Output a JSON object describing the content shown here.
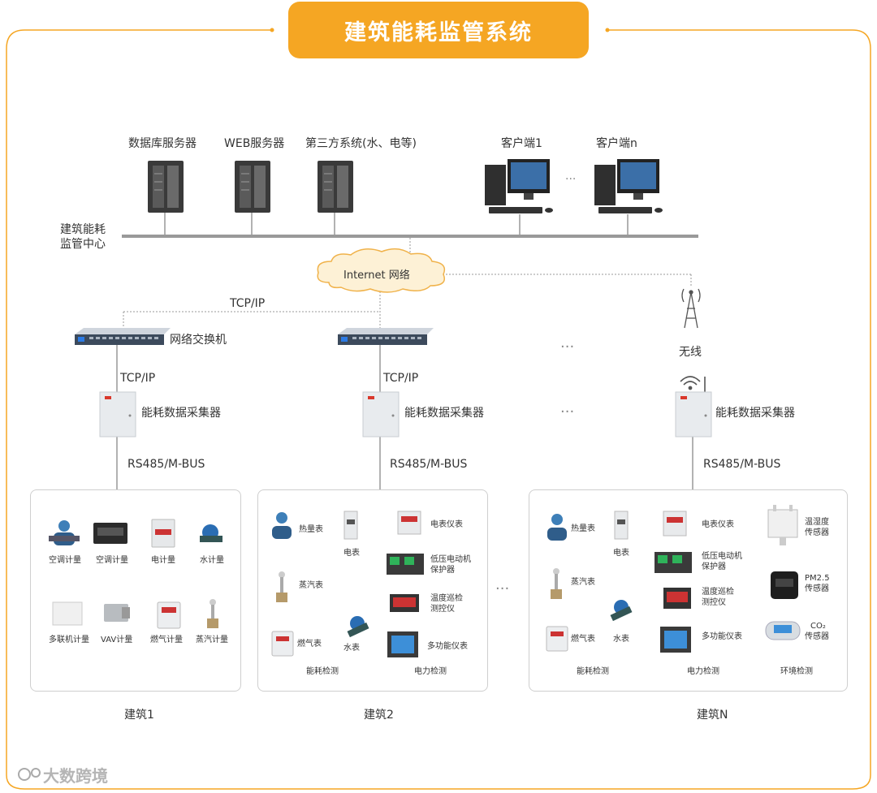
{
  "title": "建筑能耗监管系统",
  "center": {
    "label_line1": "建筑能耗",
    "label_line2": "监管中心",
    "servers": [
      "数据库服务器",
      "WEB服务器",
      "第三方系统(水、电等)"
    ],
    "clients": [
      "客户端1",
      "客户端n"
    ],
    "ellipsis": "···"
  },
  "network": {
    "internet": "Internet 网络",
    "tcpip": "TCP/IP",
    "switch": "网络交换机",
    "wireless": "无线",
    "ellipsis": "···"
  },
  "collector": {
    "label": "能耗数据采集器",
    "tcpip": "TCP/IP",
    "bus": "RS485/M-BUS"
  },
  "building1": {
    "name": "建筑1",
    "items": [
      "空调计量",
      "空调计量",
      "电计量",
      "水计量",
      "多联机计量",
      "VAV计量",
      "燃气计量",
      "蒸汽计量"
    ]
  },
  "building2": {
    "name": "建筑2",
    "energy": [
      "热量表",
      "电表",
      "蒸汽表",
      "燃气表",
      "水表"
    ],
    "power": [
      "电表仪表",
      "低压电动机",
      "保护器",
      "温度巡检",
      "测控仪",
      "多功能仪表"
    ],
    "sections": [
      "能耗检测",
      "电力检测"
    ]
  },
  "buildingN": {
    "name": "建筑N",
    "energy": [
      "热量表",
      "电表",
      "蒸汽表",
      "燃气表",
      "水表"
    ],
    "power": [
      "电表仪表",
      "低压电动机",
      "保护器",
      "温度巡检",
      "测控仪",
      "多功能仪表"
    ],
    "env": [
      "温湿度",
      "传感器",
      "PM2.5",
      "传感器",
      "CO₂",
      "传感器"
    ],
    "sections": [
      "能耗检测",
      "电力检测",
      "环境检测"
    ]
  },
  "watermark": "大数跨境",
  "colors": {
    "accent": "#f5a623",
    "line": "#999999"
  }
}
